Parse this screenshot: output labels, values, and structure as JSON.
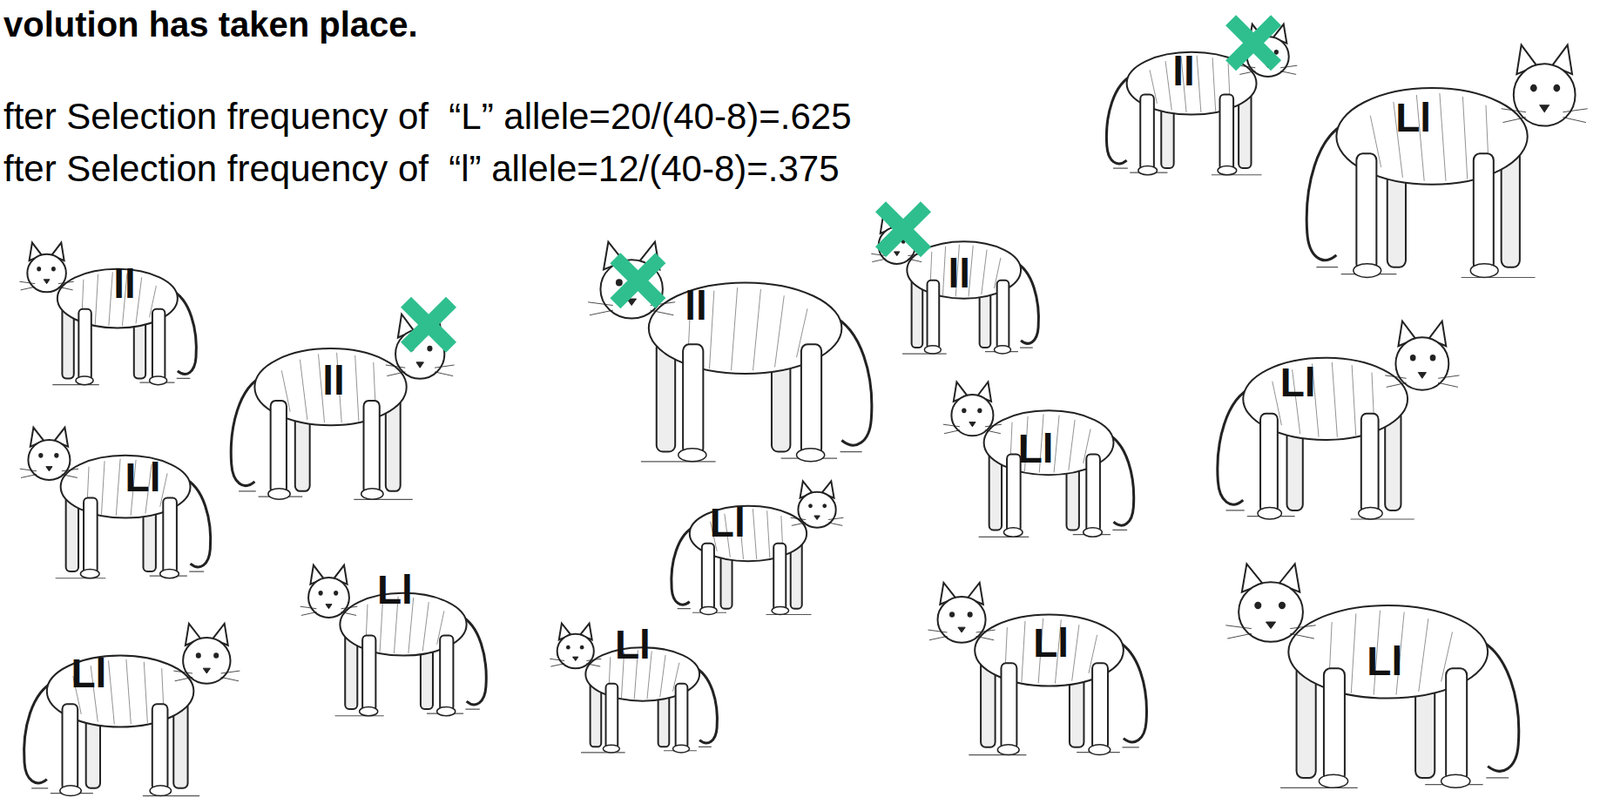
{
  "diagram": {
    "title": "volution has taken place.",
    "nodes": [
      {
        "text": [
          "ll"
        ]
      },
      {
        "text": [
          "Ll"
        ]
      },
      {
        "text": [
          "ll"
        ]
      },
      {
        "text": [
          "ll"
        ]
      },
      {
        "text": [
          "ll"
        ]
      },
      {
        "text": [
          "ll"
        ]
      },
      {
        "text": [
          "Ll"
        ]
      },
      {
        "text": [
          "Ll"
        ]
      },
      {
        "text": [
          "Ll"
        ]
      },
      {
        "text": [
          "Ll"
        ]
      },
      {
        "text": [
          "Ll"
        ]
      },
      {
        "text": [
          "Ll"
        ]
      },
      {
        "text": [
          "Ll"
        ]
      },
      {
        "text": [
          "Ll"
        ]
      },
      {
        "text": [
          "Ll"
        ]
      }
    ],
    "labels": [
      "fter Selection frequency of  “L” allele=20/(40-8)=.625",
      "fter Selection frequency of  “l” allele=12/(40-8)=.375"
    ]
  }
}
